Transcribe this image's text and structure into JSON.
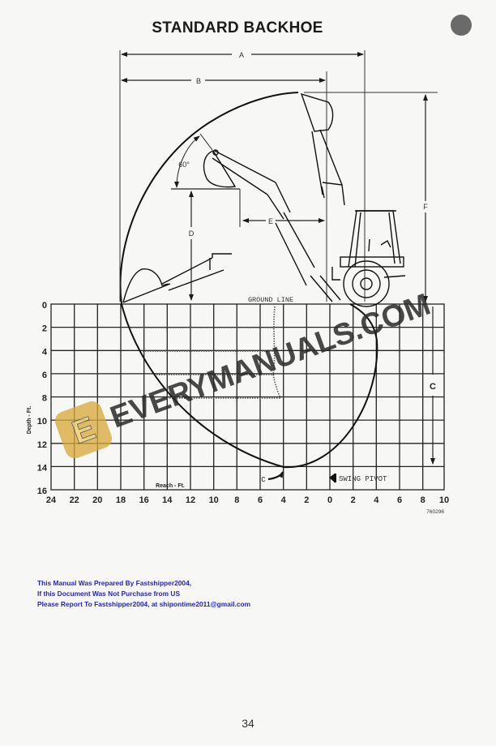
{
  "page": {
    "title": "STANDARD BACKHOE",
    "page_number": "34",
    "figure_id": "760296"
  },
  "diagram": {
    "dimension_labels": {
      "A": "A",
      "B": "B",
      "C": "C",
      "D": "D",
      "E": "E",
      "F": "F",
      "C_curve": "C"
    },
    "angle_label": "60°",
    "ground_line_label": "GROUND LINE",
    "swing_pivot_label": "SWING PIVOT",
    "grid": {
      "x_axis_label": "Reach - Ft.",
      "y_axis_label": "Depth - Ft.",
      "x_ticks": [
        "24",
        "22",
        "20",
        "18",
        "16",
        "14",
        "12",
        "10",
        "8",
        "6",
        "4",
        "2",
        "0",
        "2",
        "4",
        "6",
        "8",
        "10"
      ],
      "y_ticks": [
        "0",
        "2",
        "4",
        "6",
        "8",
        "10",
        "12",
        "14",
        "16"
      ]
    }
  },
  "watermark": {
    "text": "EVERYMANUALS.COM",
    "logo_letter": "E",
    "logo_color": "#d9a93a"
  },
  "notice": {
    "line1": "This Manual Was Prepared By Fastshipper2004,",
    "line2": "If this Document Was Not Purchase from US",
    "line3": "Please Report To Fastshipper2004, at shipontime2011@gmail.com",
    "color": "#2525c8"
  }
}
